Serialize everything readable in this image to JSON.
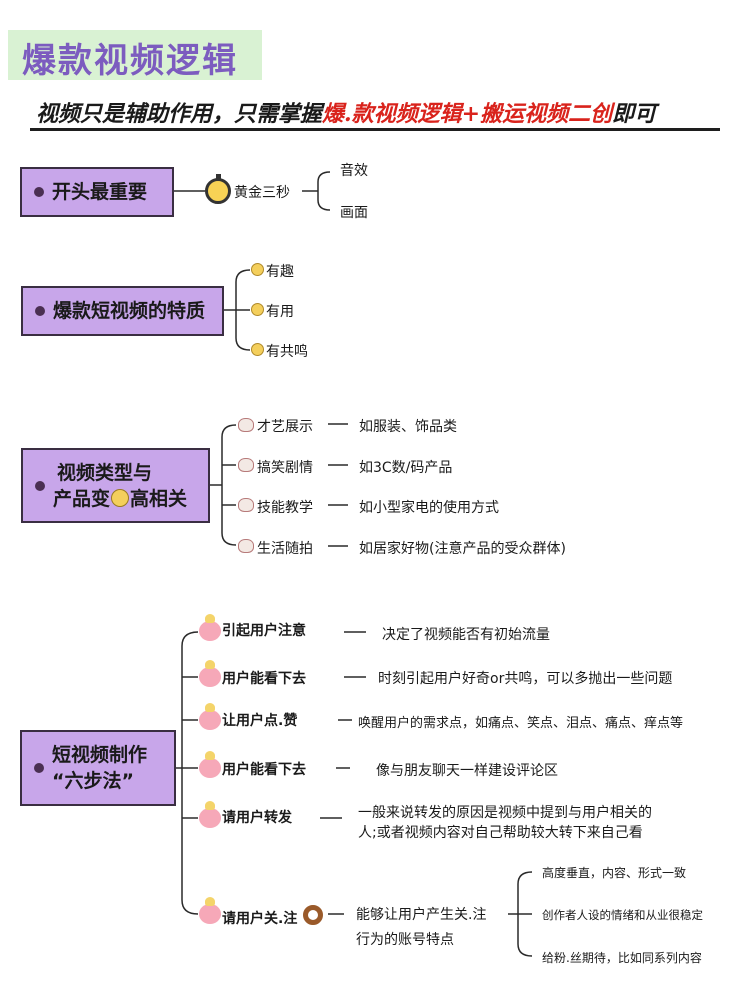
{
  "title": "爆款视频逻辑",
  "subtitle": {
    "prefix": "视频只是辅助作用，只需掌握",
    "highlight": "爆.款视频逻辑+搬运视频二创",
    "suffix": "即可"
  },
  "sections": {
    "s1": {
      "label": "开头最重要",
      "middle": "黄金三秒",
      "children": [
        "音效",
        "画面"
      ]
    },
    "s2": {
      "label": "爆款短视频的特质",
      "children": [
        "有趣",
        "有用",
        "有共鸣"
      ]
    },
    "s3": {
      "label_line1": "视频类型与",
      "label_line2_a": "产品变",
      "label_line2_b": "高相关",
      "items": [
        {
          "name": "才艺展示",
          "desc": "如服装、饰品类"
        },
        {
          "name": "搞笑剧情",
          "desc": "如3C数/码产品"
        },
        {
          "name": "技能教学",
          "desc": "如小型家电的使用方式"
        },
        {
          "name": "生活随拍",
          "desc": "如居家好物(注意产品的受众群体)"
        }
      ]
    },
    "s4": {
      "label_line1": "短视频制作",
      "label_line2": "“六步法”",
      "items": [
        {
          "name": "引起用户注意",
          "desc": "决定了视频能否有初始流量"
        },
        {
          "name": "用户能看下去",
          "desc": "时刻引起用户好奇or共鸣，可以多抛出一些问题"
        },
        {
          "name": "让用户点.赞",
          "desc": "唤醒用户的需求点，如痛点、笑点、泪点、痛点、痒点等"
        },
        {
          "name": "用户能看下去",
          "desc": "像与朋友聊天一样建设评论区"
        },
        {
          "name": "请用户转发",
          "desc_line1": "一般来说转发的原因是视频中提到与用户相关的",
          "desc_line2": "人;或者视频内容对自己帮助较大转下来自己看"
        },
        {
          "name": "请用户关.注",
          "desc_line1": "能够让用户产生关.注",
          "desc_line2": "行为的账号特点"
        }
      ],
      "sub_items": [
        "高度垂直，内容、形式一致",
        "创作者人设的情绪和从业很稳定",
        "给粉.丝期待，比如同系列内容"
      ]
    }
  },
  "colors": {
    "box_fill": "#c8a6ea",
    "title_bg": "#d9f2d3",
    "title_text": "#7c5cbf",
    "highlight": "#d9231c"
  },
  "icons": [
    "brain-bullet-icon",
    "stopwatch-icon",
    "gold-coin-icon",
    "cat-face-icon",
    "pig-icon",
    "donut-icon"
  ]
}
